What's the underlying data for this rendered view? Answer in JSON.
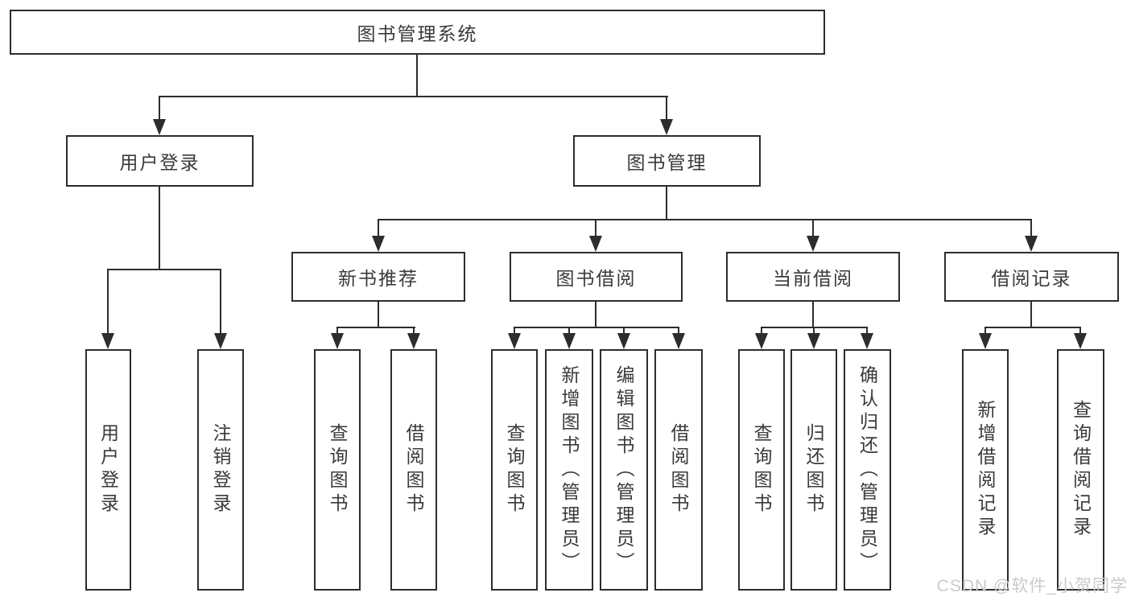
{
  "diagram": {
    "root": {
      "label": "图书管理系统"
    },
    "level2": [
      {
        "label": "用户登录"
      },
      {
        "label": "图书管理"
      }
    ],
    "level3": [
      {
        "label": "新书推荐"
      },
      {
        "label": "图书借阅"
      },
      {
        "label": "当前借阅"
      },
      {
        "label": "借阅记录"
      }
    ],
    "leaves": [
      {
        "label": "用户登录"
      },
      {
        "label": "注销登录"
      },
      {
        "label": "查询图书"
      },
      {
        "label": "借阅图书"
      },
      {
        "label": "查询图书"
      },
      {
        "label": "新增图书（管理员）"
      },
      {
        "label": "编辑图书（管理员）"
      },
      {
        "label": "借阅图书"
      },
      {
        "label": "查询图书"
      },
      {
        "label": "归还图书"
      },
      {
        "label": "确认归还（管理员）"
      },
      {
        "label": "新增借阅记录"
      },
      {
        "label": "查询借阅记录"
      }
    ],
    "watermark": "CSDN @软件_小贺同学",
    "colors": {
      "line": "#2d2d2d",
      "text": "#3a3a3a",
      "watermark": "#cbcbcb",
      "background": "#ffffff"
    }
  }
}
